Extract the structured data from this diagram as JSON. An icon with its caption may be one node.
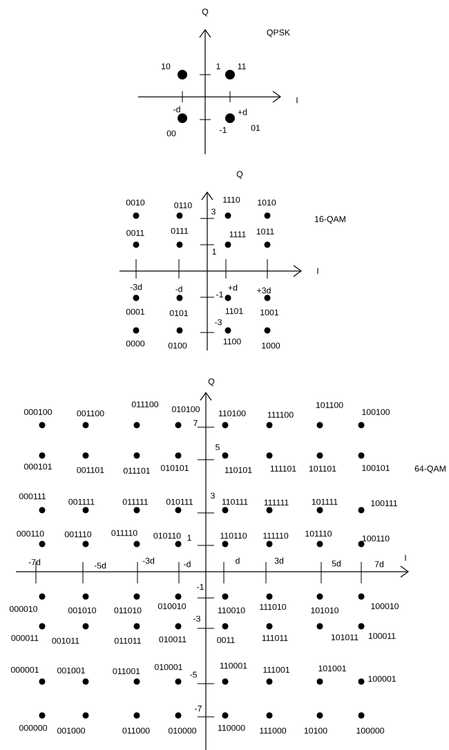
{
  "diagram": {
    "labels": [
      "Q",
      "QPSK",
      "10",
      "1",
      "11",
      "I",
      "-d",
      "+d",
      "-1",
      "01",
      "00",
      "Q",
      "0010",
      "0110",
      "1110",
      "1010",
      "3",
      "16-QAM",
      "0011",
      "0111",
      "1111",
      "1011",
      "1",
      "I",
      "-3d",
      "-d",
      "-1",
      "+d",
      "+3d",
      "0001",
      "0101",
      "1101",
      "1001",
      "-3",
      "0000",
      "0100",
      "1100",
      "1000",
      "Q",
      "000100",
      "001100",
      "011100",
      "010100",
      "110100",
      "111100",
      "101100",
      "100100",
      "7",
      "5",
      "000101",
      "001101",
      "011101",
      "010101",
      "110101",
      "111101",
      "101101",
      "100101",
      "64-QAM",
      "000111",
      "001111",
      "011111",
      "010111",
      "3",
      "110111",
      "111111",
      "101111",
      "100111",
      "000110",
      "001110",
      "011110",
      "010110",
      "1",
      "110110",
      "111110",
      "101110",
      "100110",
      "-7d",
      "-5d",
      "-3d",
      "-d",
      "d",
      "3d",
      "5d",
      "7d",
      "I",
      "-1",
      "000010",
      "001010",
      "011010",
      "010010",
      "110010",
      "111010",
      "101010",
      "100010",
      "-3",
      "000011",
      "001011",
      "011011",
      "010011",
      "0011",
      "111011",
      "101011",
      "100011",
      "000001",
      "001001",
      "011001",
      "010001",
      "-5",
      "110001",
      "111001",
      "101001",
      "100001",
      "-7",
      "000000",
      "001000",
      "011000",
      "010000",
      "110000",
      "111000",
      "10100",
      "100000"
    ]
  }
}
